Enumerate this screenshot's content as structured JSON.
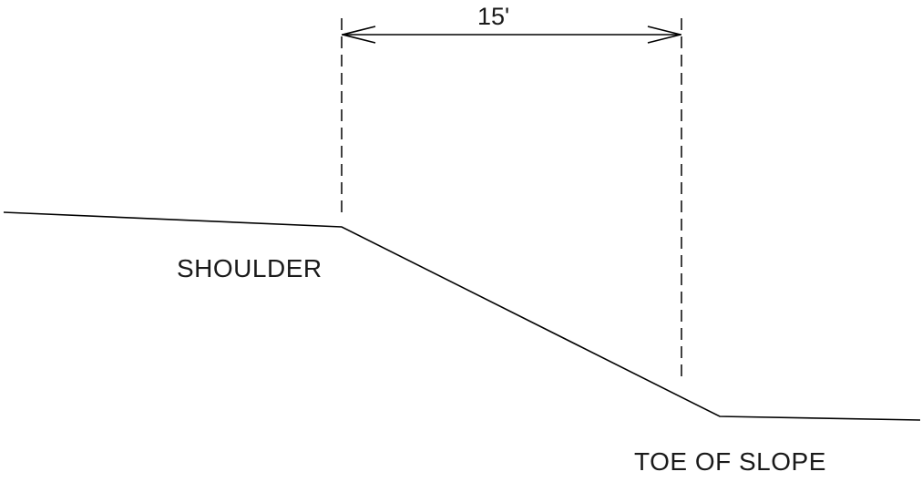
{
  "labels": {
    "dimension": "15'",
    "shoulder": "SHOULDER",
    "toe": "TOE OF SLOPE"
  },
  "colors": {
    "line": "#000000",
    "text": "#1a1a1a",
    "background": "#ffffff"
  }
}
